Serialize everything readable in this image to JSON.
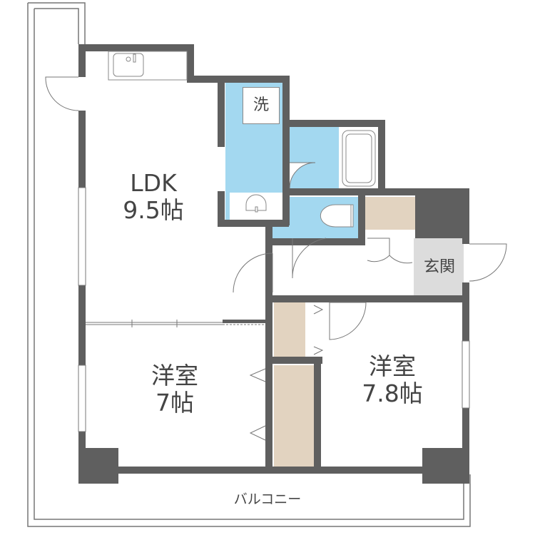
{
  "colors": {
    "wall": "#5f5f5f",
    "wet_area": "#a3d8f0",
    "storage": "#e2d3c0",
    "entrance": "#dcdcdc",
    "line": "#777777",
    "text": "#444444"
  },
  "rooms": {
    "ldk": {
      "name": "LDK",
      "size": "9.5帖"
    },
    "bedroom1": {
      "name": "洋室",
      "size": "7帖"
    },
    "bedroom2": {
      "name": "洋室",
      "size": "7.8帖"
    },
    "laundry": {
      "name": "洗"
    },
    "entrance": {
      "name": "玄関"
    },
    "balcony": {
      "name": "バルコニー"
    }
  }
}
